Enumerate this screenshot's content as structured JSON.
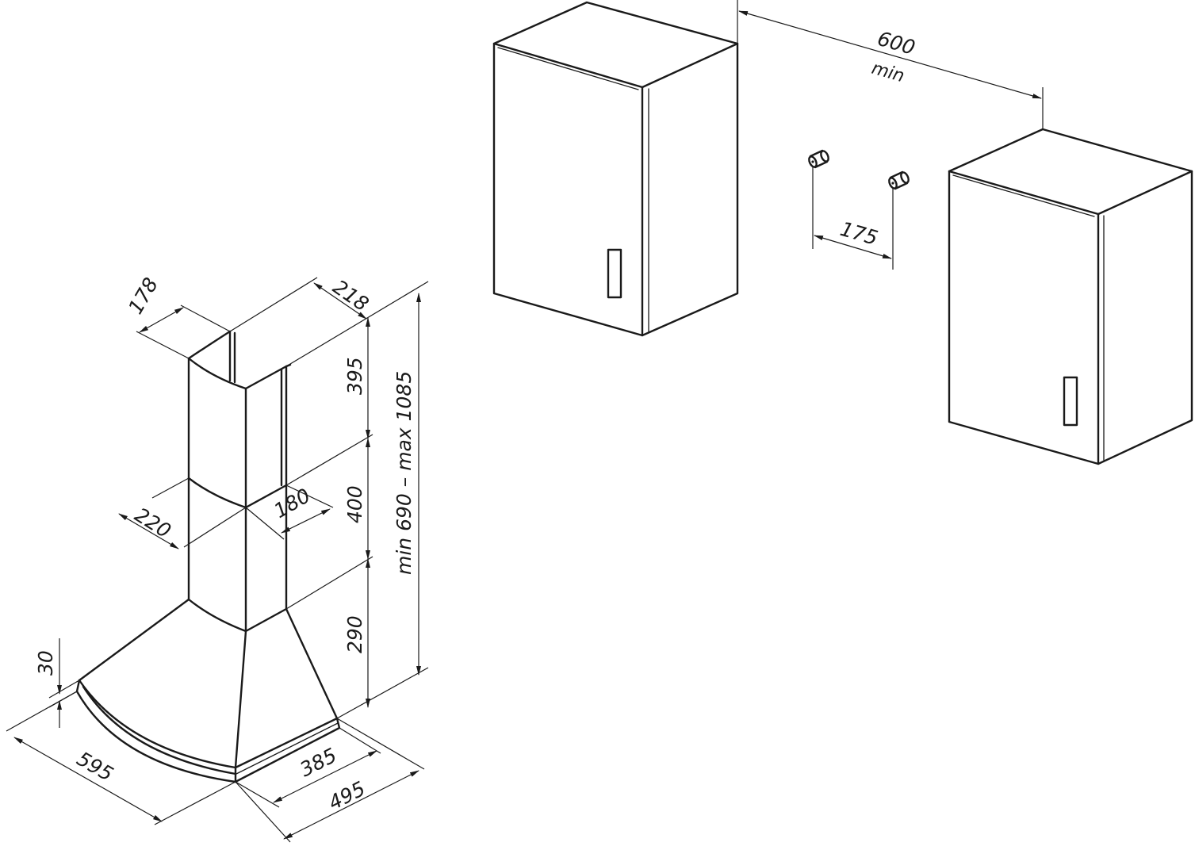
{
  "hood": {
    "dimensions": {
      "chimney_depth": "178",
      "chimney_width": "218",
      "upper_chimney_height": "395",
      "lower_chimney_height": "400",
      "canopy_height": "290",
      "total_height": "min 690 – max 1085",
      "lower_chimney_width": "220",
      "lower_chimney_depth": "180",
      "rim_height": "30",
      "canopy_width": "595",
      "canopy_depth": "385",
      "overall_depth": "495"
    }
  },
  "wall": {
    "cabinet_gap": "600",
    "cabinet_gap_note": "min",
    "bracket_spacing": "175"
  }
}
